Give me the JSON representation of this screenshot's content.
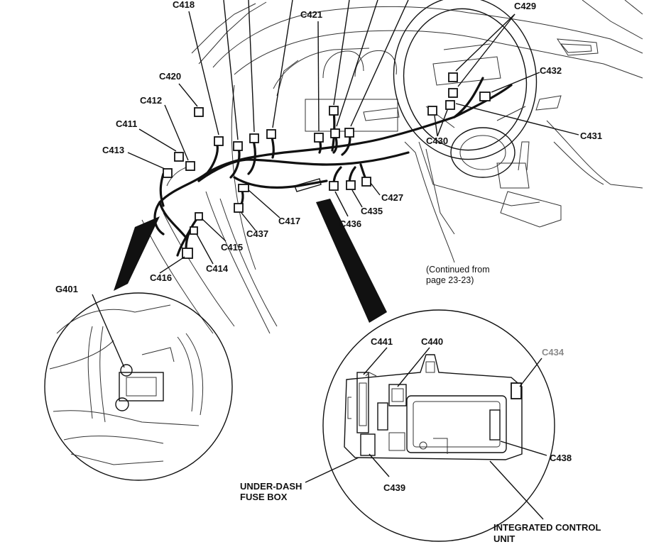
{
  "labels": {
    "c418": "C418",
    "c421": "C421",
    "c429": "C429",
    "c420": "C420",
    "c432": "C432",
    "c412": "C412",
    "c411": "C411",
    "c413": "C413",
    "c431": "C431",
    "c430": "C430",
    "c427": "C427",
    "c435": "C435",
    "c436": "C436",
    "c417": "C417",
    "c437": "C437",
    "c415": "C415",
    "c414": "C414",
    "c416": "C416",
    "g401": "G401",
    "c441": "C441",
    "c440": "C440",
    "c434": "C434",
    "c438": "C438",
    "c439": "C439"
  },
  "notes": {
    "continued_line1": "(Continued from",
    "continued_line2": "page 23-23)",
    "fusebox_line1": "UNDER-DASH",
    "fusebox_line2": "FUSE BOX",
    "icu_line1": "INTEGRATED CONTROL",
    "icu_line2": "UNIT"
  },
  "colors": {
    "ink": "#111111",
    "faded_label": "#8a8a8a"
  }
}
